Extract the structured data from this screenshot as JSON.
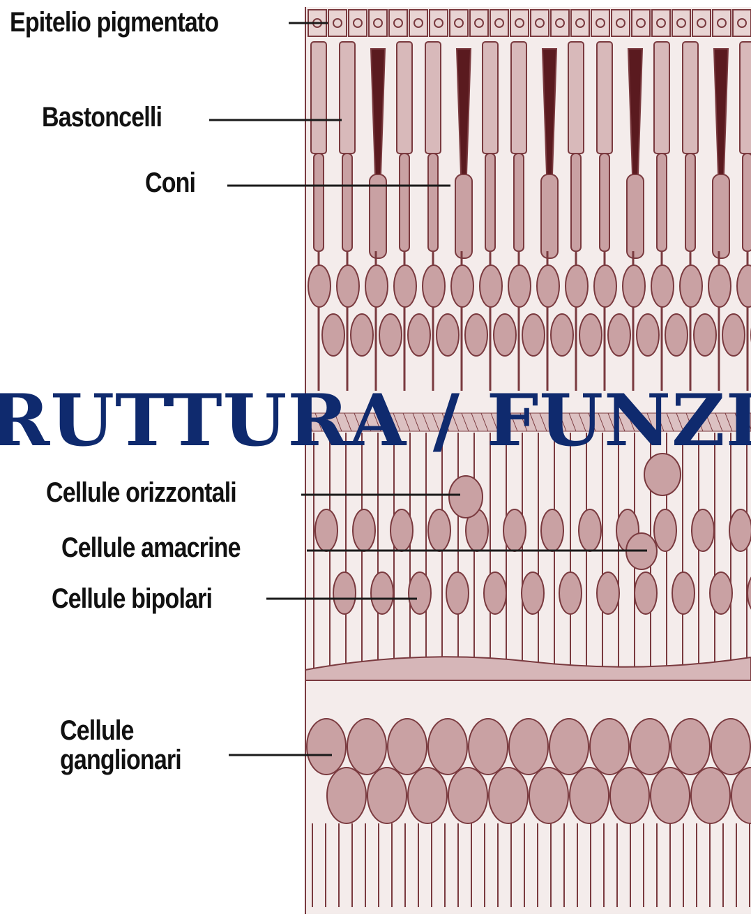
{
  "labels": {
    "epitelio_pigmentato": "Epitelio pigmentato",
    "bastoncelli": "Bastoncelli",
    "coni": "Coni",
    "cellule_orizzontali": "Cellule orizzontali",
    "cellule_amacrine": "Cellule amacrine",
    "cellule_bipolari": "Cellule bipolari",
    "cellule_ganglionari": "Cellule\nganglionari"
  },
  "overlay_title": "RUTTURA / FUNZI",
  "colors": {
    "background": "#ffffff",
    "tissue_fill": "#c9a1a3",
    "tissue_stroke": "#7a3a3f",
    "leader_line": "#1a1a1a",
    "label_text": "#111111",
    "title_text": "#0f2a6e"
  }
}
